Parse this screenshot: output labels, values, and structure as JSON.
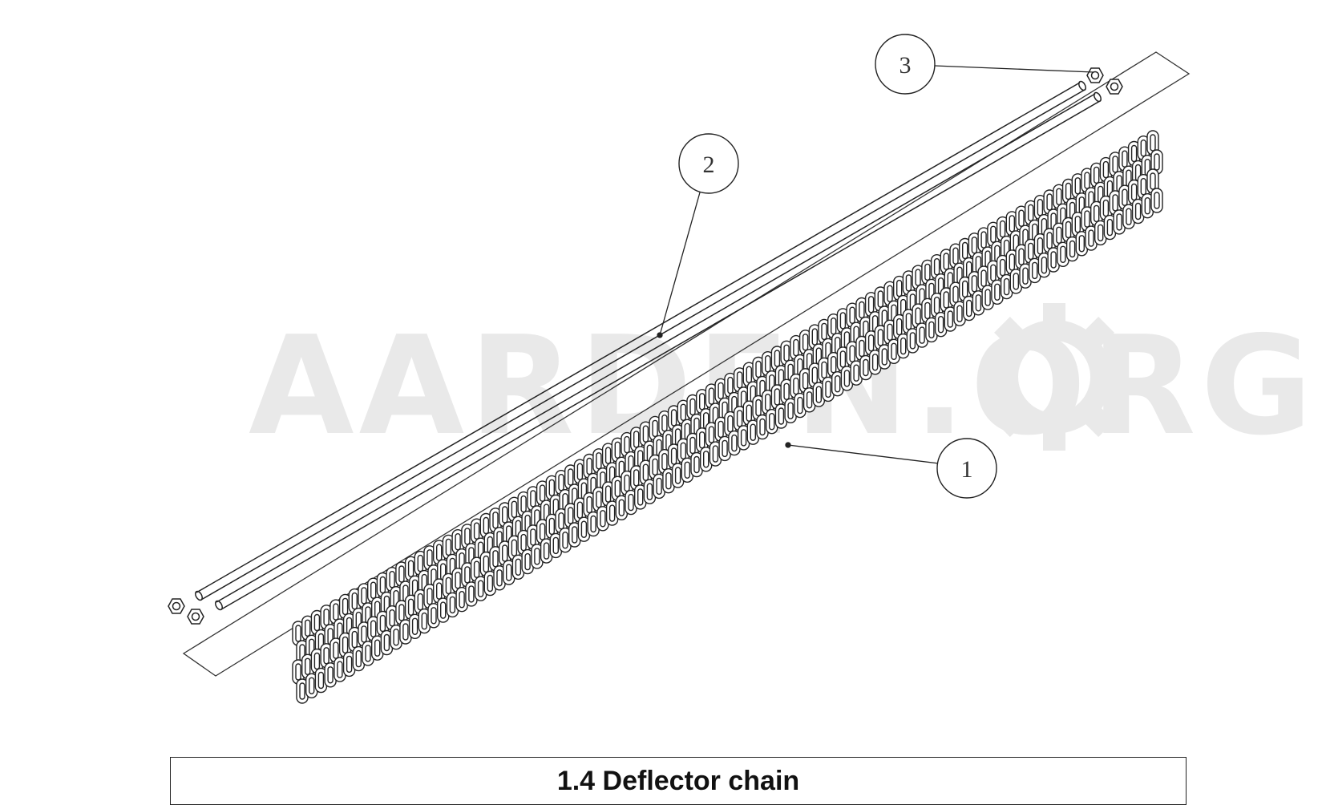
{
  "watermark": {
    "text": "AARDEN.ORG"
  },
  "callouts": [
    {
      "id": "callout-1",
      "label": "1"
    },
    {
      "id": "callout-2",
      "label": "2"
    },
    {
      "id": "callout-3",
      "label": "3"
    }
  ],
  "parts": {
    "item_1": "chain-curtain",
    "item_2": "support-rods",
    "item_3": "nuts"
  },
  "title": {
    "text": "1.4 Deflector chain"
  },
  "colors": {
    "line": "#222222",
    "watermark": "#e9e9e9",
    "background": "#ffffff"
  },
  "icons": {
    "watermark_gear": "gear-icon"
  }
}
